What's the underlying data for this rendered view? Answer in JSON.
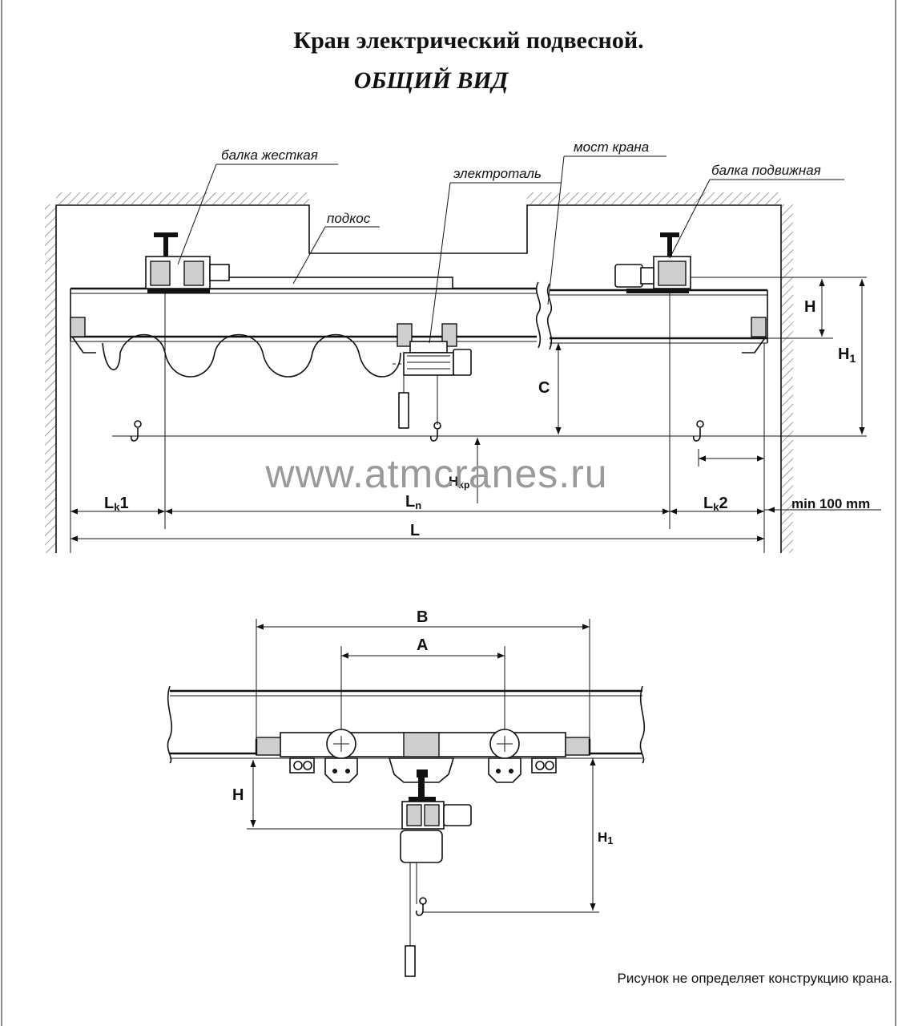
{
  "title": {
    "line1": "Кран электрический подвесной.",
    "line2": "ОБЩИЙ ВИД"
  },
  "labels": {
    "rigid_beam": "балка жесткая",
    "crane_bridge": "мост крана",
    "hoist": "электроталь",
    "movable_beam": "балка подвижная",
    "brace": "подкос"
  },
  "dimensions": {
    "H": "H",
    "H1_sub": "1",
    "C": "C",
    "Hkr": "H",
    "Hkr_sub": "kp",
    "Lk1": "L",
    "Lk1_sub": "k",
    "Lk1_num": "1",
    "Ln": "L",
    "Ln_sub": "n",
    "Lk2": "L",
    "Lk2_sub": "k",
    "Lk2_num": "2",
    "L": "L",
    "min_gap": "min 100 mm",
    "B": "B",
    "A": "A",
    "H_bottom": "H",
    "H1_bottom": "H",
    "H1_bottom_sub": "1"
  },
  "watermark": "www.atmcranes.ru",
  "footnote": "Рисунок не определяет конструкцию крана.",
  "colors": {
    "ink": "#111111",
    "watermark": "#9a9a9a",
    "paper": "#ffffff"
  }
}
